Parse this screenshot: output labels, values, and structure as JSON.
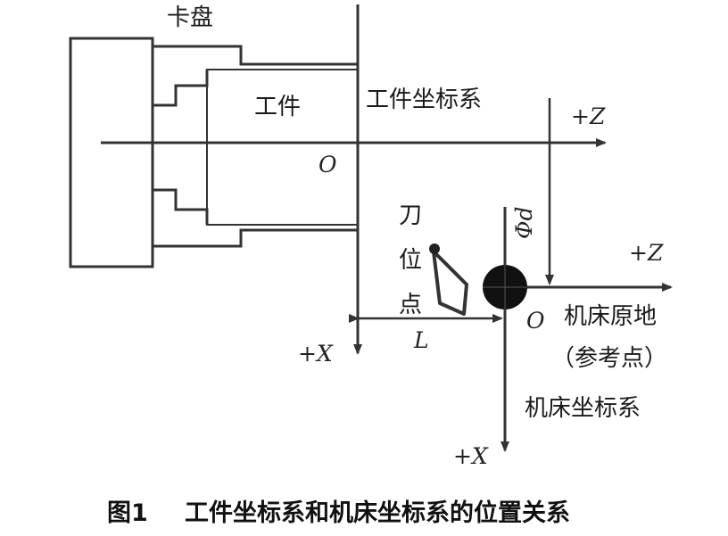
{
  "labels": {
    "chuck": "卡盘",
    "workpiece": "工件",
    "workpiece_coord_system": "工件坐标系",
    "plus_z_top": "+Z",
    "origin_workpiece": "O",
    "tool_pos_chars": [
      "刀",
      "位",
      "点"
    ],
    "diameter": "Φd",
    "plus_z_machine": "+Z",
    "origin_machine": "O",
    "machine_origin": "机床原地",
    "reference_point": "（参考点）",
    "distance_l": "L",
    "plus_x_left": "+X",
    "machine_coord_system": "机床坐标系",
    "plus_x_bottom": "+X"
  },
  "caption": {
    "number": "图1",
    "text": "工件坐标系和机床坐标系的位置关系"
  },
  "colors": {
    "line": "#333333",
    "fill": "#111111",
    "background": "#ffffff"
  }
}
